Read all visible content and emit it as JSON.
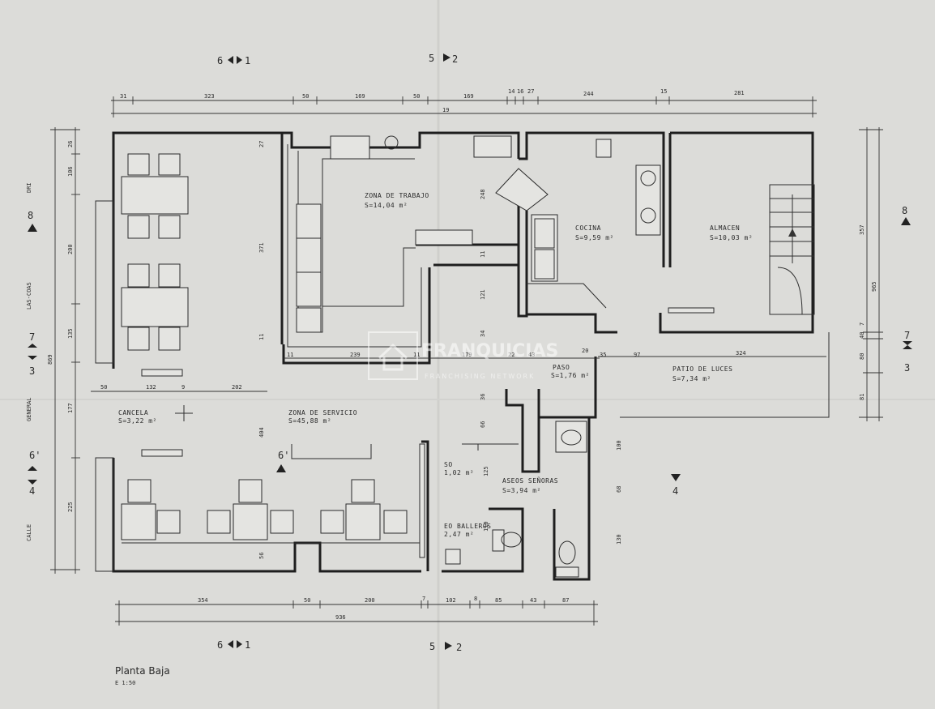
{
  "plan": {
    "title": "Planta Baja",
    "scale": "E 1:50",
    "watermark": {
      "name": "FRANQUICIAS",
      "sub": "FRANCHISING NETWORK"
    }
  },
  "sections": {
    "top_left": "6",
    "top_left_b": "1",
    "top_mid": "5",
    "top_mid_b": "2",
    "bot_left": "6",
    "bot_left_b": "1",
    "bot_mid": "5",
    "bot_mid_b": "2",
    "right_8": "8",
    "right_7": "7",
    "right_3": "3",
    "left_8": "8",
    "left_7": "7",
    "left_3": "3",
    "left_6p": "6'",
    "left_4": "4",
    "mid_6p": "6'",
    "mid_4": "4"
  },
  "rooms": [
    {
      "name": "ZONA DE TRABAJO",
      "area": "S=14,04 m²"
    },
    {
      "name": "COCINA",
      "area": "S=9,59 m²"
    },
    {
      "name": "ALMACEN",
      "area": "S=10,03 m²"
    },
    {
      "name": "PASO",
      "area": "S=1,76 m²"
    },
    {
      "name": "PATIO DE LUCES",
      "area": "S=7,34 m²"
    },
    {
      "name": "CANCELA",
      "area": "S=3,22 m²"
    },
    {
      "name": "ZONA DE SERVICIO",
      "area": "S=45,88 m²"
    },
    {
      "name": "ASEOS SEÑORAS",
      "area": "S=3,94 m²"
    },
    {
      "name": "SO",
      "area": "1,02 m²"
    },
    {
      "name": "EO BALLEROS",
      "area": "2,47 m²"
    }
  ],
  "side_labels": {
    "l1": "DRI",
    "l2": "LAS-COAS",
    "l3": "GENERAL",
    "l4": "CALLE"
  },
  "dims_top": [
    "31",
    "323",
    "50",
    "169",
    "50",
    "169",
    "14",
    "16",
    "27",
    "244",
    "15",
    "281"
  ],
  "dim_top_total": "19",
  "dims_bottom": [
    "354",
    "50",
    "200",
    "7",
    "102",
    "8",
    "85",
    "43",
    "87"
  ],
  "dim_bottom_total": "936",
  "dims_left": [
    "26",
    "106",
    "200",
    "135",
    "177",
    "225"
  ],
  "dim_left_total": "869",
  "dims_right": [
    "357",
    "965",
    "7",
    "40",
    "80",
    "81"
  ],
  "dims_inner": [
    "50",
    "132",
    "9",
    "202",
    "11",
    "239",
    "11",
    "179",
    "22",
    "43",
    "20",
    "35",
    "97",
    "324",
    "27",
    "371",
    "11",
    "404",
    "56",
    "248",
    "11",
    "121",
    "34",
    "36",
    "66",
    "125",
    "110",
    "100",
    "68",
    "130"
  ]
}
